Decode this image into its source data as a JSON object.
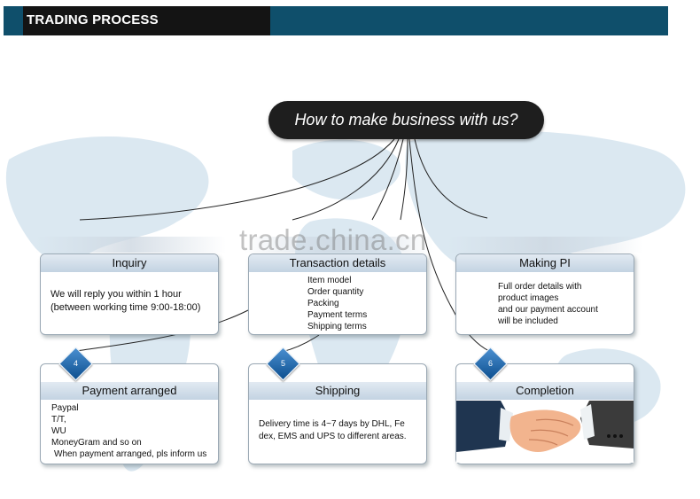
{
  "header": {
    "title": "TRADING PROCESS"
  },
  "center": {
    "label": "How to make business with us?"
  },
  "watermark": "trade.china.cn",
  "colors": {
    "header_blue": "#0f4f6b",
    "header_black": "#141414",
    "title_bar": "#c3d3e2",
    "diamond": "#2f72b4"
  },
  "steps": [
    {
      "title": "Inquiry",
      "lines": [
        "We will reply you within 1 hour",
        "(between working time 9:00-18:00)"
      ]
    },
    {
      "title": "Transaction details",
      "lines": [
        "Item model",
        "Order quantity",
        "Packing",
        "Payment terms",
        "Shipping terms"
      ]
    },
    {
      "title": "Making PI",
      "lines": [
        "Full order details with",
        "product images",
        "and our payment account",
        "will be included"
      ]
    },
    {
      "number": "4",
      "title": "Payment arranged",
      "lines": [
        "Paypal",
        "T/T,",
        "WU",
        "MoneyGram and so on",
        "When payment arranged, pls inform us"
      ]
    },
    {
      "number": "5",
      "title": "Shipping",
      "lines": [
        "Delivery time is 4~7 days by DHL, Fe",
        "dex, EMS and UPS to different areas."
      ]
    },
    {
      "number": "6",
      "title": "Completion",
      "image": "handshake-photo"
    }
  ]
}
